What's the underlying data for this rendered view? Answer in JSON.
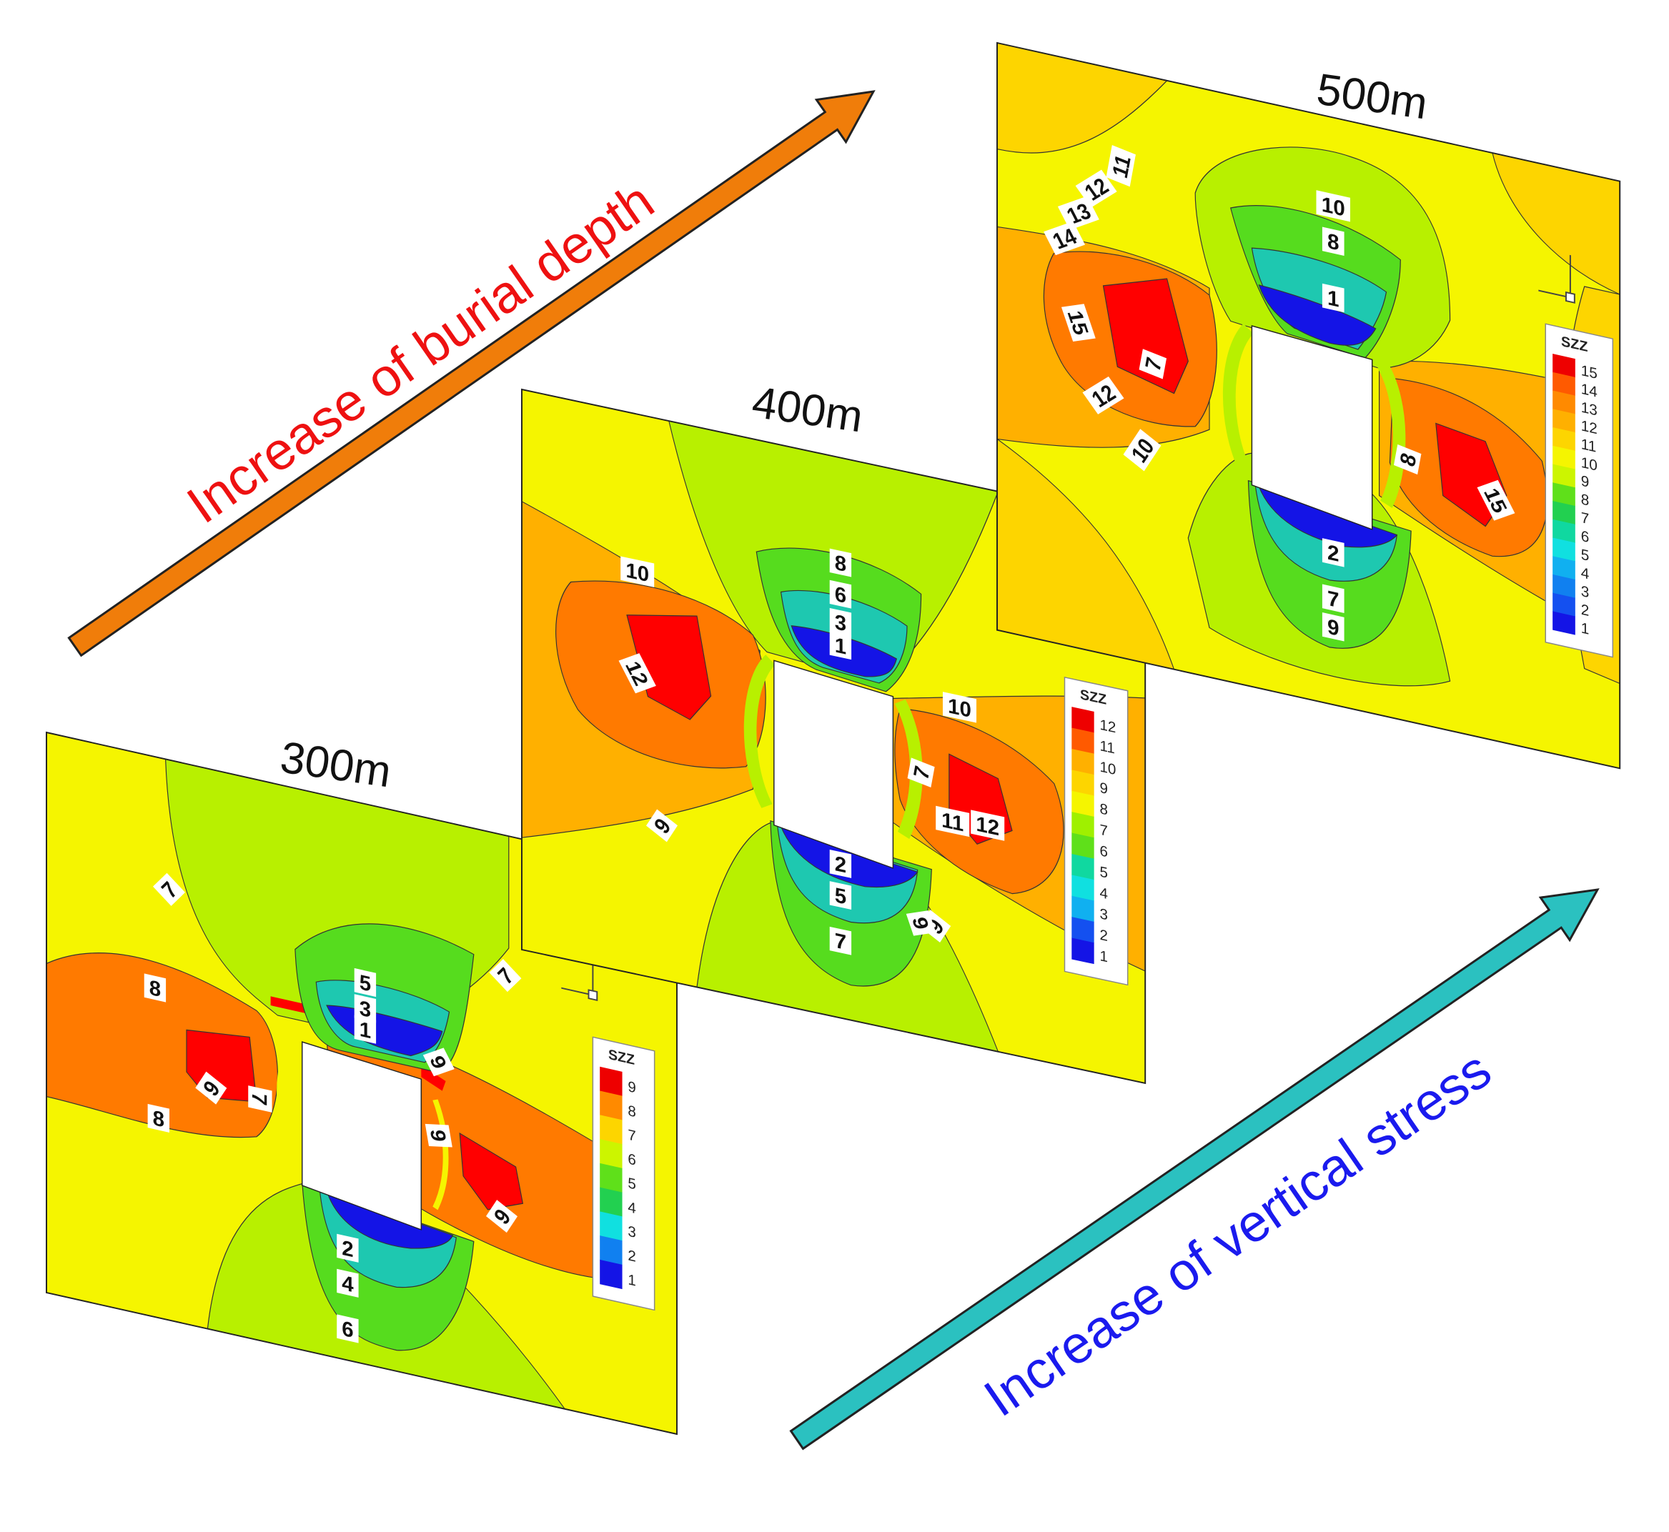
{
  "arrows": {
    "burial_depth": {
      "text": "Increase of burial depth",
      "color": "#f07d0a",
      "text_color": "#ee1111"
    },
    "vertical_stress": {
      "text": "Increase of vertical stress",
      "color": "#2bc1c0",
      "text_color": "#1a1aee"
    }
  },
  "panels": [
    {
      "title": "300m",
      "legend": {
        "title": "SZZ",
        "ticks": [
          "9",
          "8",
          "7",
          "6",
          "5",
          "4",
          "3",
          "2",
          "1"
        ]
      },
      "contour_labels": [
        "7",
        "7",
        "8",
        "8",
        "9",
        "9",
        "9",
        "9",
        "7",
        "5",
        "3",
        "1",
        "2",
        "4",
        "6"
      ]
    },
    {
      "title": "400m",
      "legend": {
        "title": "SZZ",
        "ticks": [
          "12",
          "11",
          "10",
          "9",
          "8",
          "7",
          "6",
          "5",
          "4",
          "3",
          "2",
          "1"
        ]
      },
      "contour_labels": [
        "10",
        "12",
        "9",
        "9",
        "8",
        "6",
        "3",
        "1",
        "2",
        "5",
        "7",
        "10",
        "7",
        "12",
        "11",
        "9"
      ]
    },
    {
      "title": "500m",
      "legend": {
        "title": "SZZ",
        "ticks": [
          "15",
          "14",
          "13",
          "12",
          "11",
          "10",
          "9",
          "8",
          "7",
          "6",
          "5",
          "4",
          "3",
          "2",
          "1"
        ]
      },
      "contour_labels": [
        "11",
        "12",
        "13",
        "14",
        "15",
        "12",
        "10",
        "10",
        "8",
        "1",
        "7",
        "2",
        "7",
        "9",
        "8",
        "15"
      ]
    }
  ],
  "colors": {
    "yellow": "#f5f500",
    "gold": "#fdd500",
    "lime": "#b8f000",
    "orange_light": "#ffb000",
    "orange": "#ff7a00",
    "red": "#ff0000",
    "green": "#56dc1e",
    "blue": "#1414e6"
  }
}
